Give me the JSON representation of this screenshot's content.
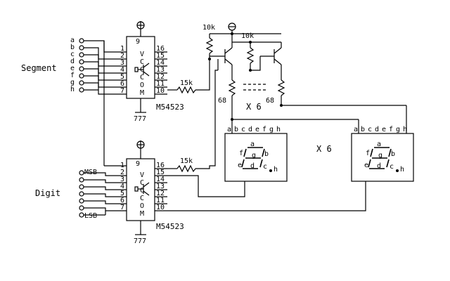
{
  "diagram": {
    "left_labels": {
      "segment": "Segment",
      "digit": "Digit"
    },
    "segment_inputs": [
      "a",
      "b",
      "c",
      "d",
      "e",
      "f",
      "g",
      "h"
    ],
    "digit_inputs": [
      "MSB",
      "",
      "",
      "",
      "",
      "LSB"
    ],
    "ic": {
      "part": "M54523",
      "left_pins": [
        "1",
        "2",
        "3",
        "4",
        "5",
        "6",
        "7"
      ],
      "right_pins": [
        "16",
        "15",
        "14",
        "13",
        "12",
        "11",
        "10"
      ],
      "internal_labels": [
        "V",
        "C",
        "C",
        "C",
        "O",
        "M"
      ],
      "top_pin": "9",
      "ground_symbol": "777"
    },
    "resistors": {
      "r_pull": "10k",
      "r_series": "15k",
      "r_seg": "68"
    },
    "multiplier": "X 6",
    "display": {
      "top_pins": [
        "a",
        "b",
        "c",
        "d",
        "e",
        "f",
        "g",
        "h"
      ],
      "segments": [
        "a",
        "b",
        "c",
        "d",
        "e",
        "f",
        "g",
        "h"
      ]
    },
    "colors": {
      "line": "#000000",
      "background": "#ffffff"
    }
  }
}
